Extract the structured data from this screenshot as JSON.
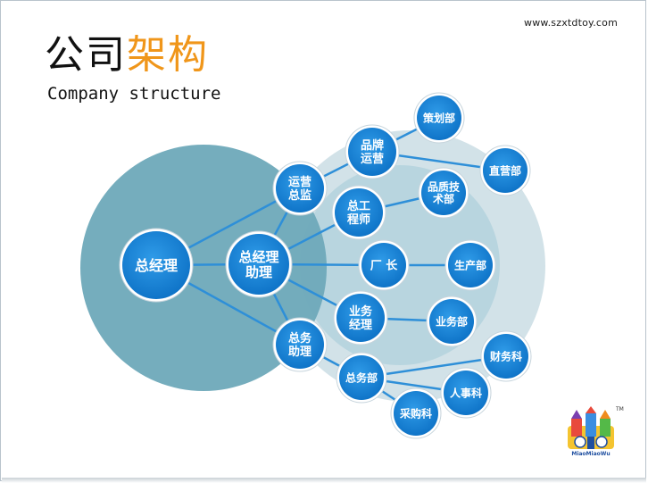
{
  "header": {
    "site_url": "www.szxtdtoy.com",
    "title_part1": "公司",
    "title_part2": "架构",
    "subtitle": "Company structure"
  },
  "colors": {
    "title_accent": "#f0961a",
    "node_fill": "#1e8ee0",
    "connector": "#2e8fd8",
    "left_circle": "#6aa9ba",
    "right_outer_circle": "#d2e2e8",
    "right_inner_circle": "#b5d3dd"
  },
  "org": {
    "nodes": [
      {
        "id": "gm",
        "lines": [
          "总经理"
        ]
      },
      {
        "id": "gm_asst",
        "lines": [
          "总经理",
          "助理"
        ]
      },
      {
        "id": "ops_dir",
        "lines": [
          "运营",
          "总监"
        ]
      },
      {
        "id": "brand_ops",
        "lines": [
          "品牌",
          "运营"
        ]
      },
      {
        "id": "planning",
        "lines": [
          "策划部"
        ]
      },
      {
        "id": "direct",
        "lines": [
          "直营部"
        ]
      },
      {
        "id": "chief_eng",
        "lines": [
          "总工",
          "程师"
        ]
      },
      {
        "id": "qa_tech",
        "lines": [
          "品质技",
          "术部"
        ]
      },
      {
        "id": "factory_mgr",
        "lines": [
          "厂 长"
        ]
      },
      {
        "id": "production",
        "lines": [
          "生产部"
        ]
      },
      {
        "id": "sales_mgr",
        "lines": [
          "业务",
          "经理"
        ]
      },
      {
        "id": "sales",
        "lines": [
          "业务部"
        ]
      },
      {
        "id": "gen_asst",
        "lines": [
          "总务",
          "助理"
        ]
      },
      {
        "id": "gen_affairs",
        "lines": [
          "总务部"
        ]
      },
      {
        "id": "finance",
        "lines": [
          "财务科"
        ]
      },
      {
        "id": "hr",
        "lines": [
          "人事科"
        ]
      },
      {
        "id": "purchasing",
        "lines": [
          "采购科"
        ]
      }
    ],
    "edges": [
      [
        "gm",
        "gm_asst"
      ],
      [
        "gm",
        "ops_dir"
      ],
      [
        "gm",
        "gen_asst"
      ],
      [
        "gm_asst",
        "ops_dir"
      ],
      [
        "gm_asst",
        "chief_eng"
      ],
      [
        "gm_asst",
        "factory_mgr"
      ],
      [
        "gm_asst",
        "sales_mgr"
      ],
      [
        "gm_asst",
        "gen_asst"
      ],
      [
        "ops_dir",
        "brand_ops"
      ],
      [
        "brand_ops",
        "planning"
      ],
      [
        "brand_ops",
        "direct"
      ],
      [
        "chief_eng",
        "qa_tech"
      ],
      [
        "factory_mgr",
        "production"
      ],
      [
        "sales_mgr",
        "sales"
      ],
      [
        "gen_asst",
        "gen_affairs"
      ],
      [
        "gen_affairs",
        "finance"
      ],
      [
        "gen_affairs",
        "hr"
      ],
      [
        "gen_affairs",
        "purchasing"
      ]
    ]
  },
  "logo": {
    "icon": "castle-logo-icon",
    "brand_text": "MiaoMiaoWu",
    "trademark": "TM"
  }
}
